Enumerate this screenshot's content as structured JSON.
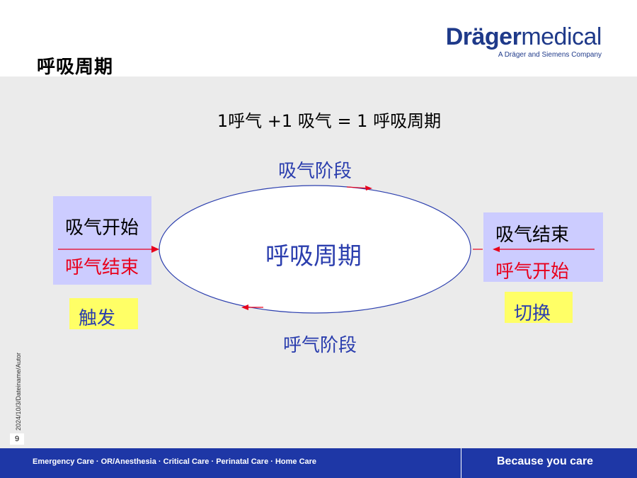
{
  "header": {
    "title": "呼吸周期",
    "logo": {
      "brand_bold": "Dräger",
      "brand_light": "medical",
      "tagline": "A Dräger and Siemens Company"
    }
  },
  "diagram": {
    "equation": "1呼气 +1 吸气 = 1 呼吸周期",
    "center_label": "呼吸周期",
    "top_phase": "吸气阶段",
    "bottom_phase": "呼气阶段",
    "left_box": {
      "top": "吸气开始",
      "bottom": "呼气结束"
    },
    "right_box": {
      "top": "吸气结束",
      "bottom": "呼气开始"
    },
    "left_tag": "触发",
    "right_tag": "切换",
    "colors": {
      "blue_text": "#2b3eae",
      "red_text": "#e8001c",
      "box_fill": "#ccccff",
      "tag_fill": "#ffff66"
    }
  },
  "sidebar": {
    "date_author": "2024/10/3/Dateiname/Autor",
    "page_number": "9"
  },
  "footer": {
    "left_text": "Emergency Care · OR/Anesthesia · Critical Care · Perinatal Care · Home Care",
    "right_text": "Because you care"
  }
}
